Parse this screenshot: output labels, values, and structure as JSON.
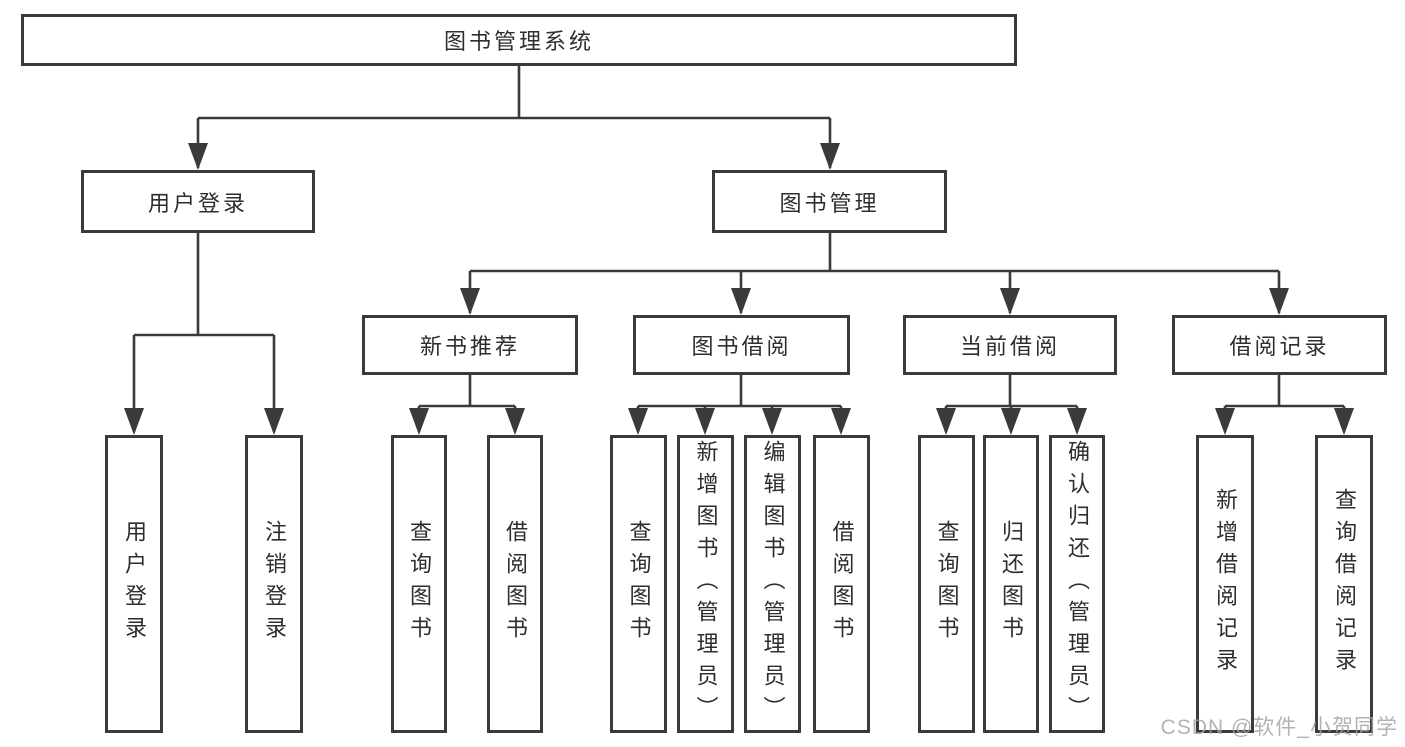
{
  "colors": {
    "line": "#3a3a3a",
    "box_border": "#3a3a3a",
    "box_fill": "#ffffff",
    "text": "#2e2e2e",
    "background": "#ffffff",
    "watermark": "#a5a5a5"
  },
  "watermark": {
    "text": "CSDN @软件_小贺同学"
  },
  "tree": {
    "root": {
      "label": "图书管理系统",
      "children": [
        {
          "label": "用户登录",
          "children": [
            {
              "label": "用户登录"
            },
            {
              "label": "注销登录"
            }
          ]
        },
        {
          "label": "图书管理",
          "children": [
            {
              "label": "新书推荐",
              "children": [
                {
                  "label": "查询图书"
                },
                {
                  "label": "借阅图书"
                }
              ]
            },
            {
              "label": "图书借阅",
              "children": [
                {
                  "label": "查询图书"
                },
                {
                  "label": "新增图书（管理员）"
                },
                {
                  "label": "编辑图书（管理员）"
                },
                {
                  "label": "借阅图书"
                }
              ]
            },
            {
              "label": "当前借阅",
              "children": [
                {
                  "label": "查询图书"
                },
                {
                  "label": "归还图书"
                },
                {
                  "label": "确认归还（管理员）"
                }
              ]
            },
            {
              "label": "借阅记录",
              "children": [
                {
                  "label": "新增借阅记录"
                },
                {
                  "label": "查询借阅记录"
                }
              ]
            }
          ]
        }
      ]
    }
  }
}
